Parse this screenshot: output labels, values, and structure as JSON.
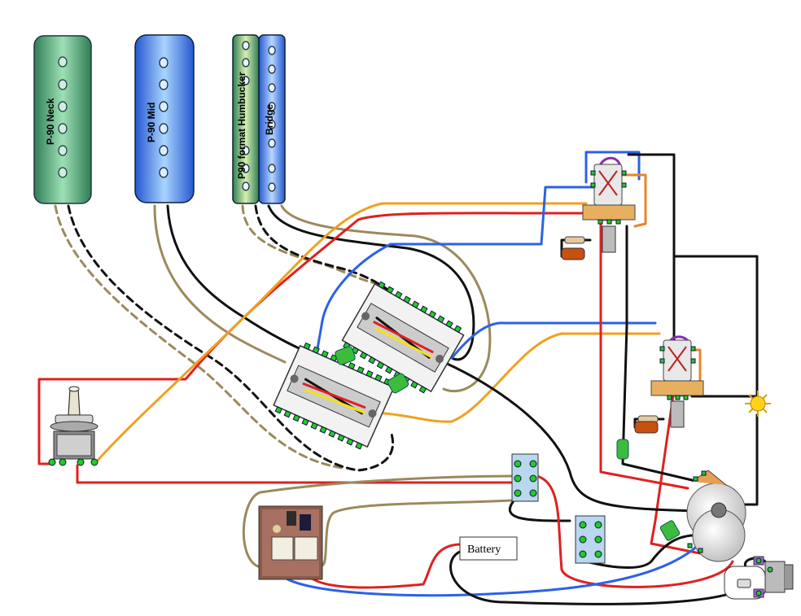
{
  "pickups": {
    "neck": {
      "label": "P-90 Neck"
    },
    "mid": {
      "label": "P-90 Mid"
    },
    "bridge_front": {
      "label": "P90 format Humbucker"
    },
    "bridge_rear": {
      "label": "Bridge"
    }
  },
  "battery": {
    "label": "Battery"
  },
  "colors": {
    "neck_pickup": "#3f9a6a",
    "mid_pickup": "#3a6ee0",
    "bridge_pickup_blue": "#3b67d8",
    "wire_red": "#e02020",
    "wire_orange": "#f0a020",
    "wire_blue": "#2a62e8",
    "wire_tan": "#9a8a5c",
    "wire_black": "#111111",
    "solder_lug": "#22cc22"
  }
}
